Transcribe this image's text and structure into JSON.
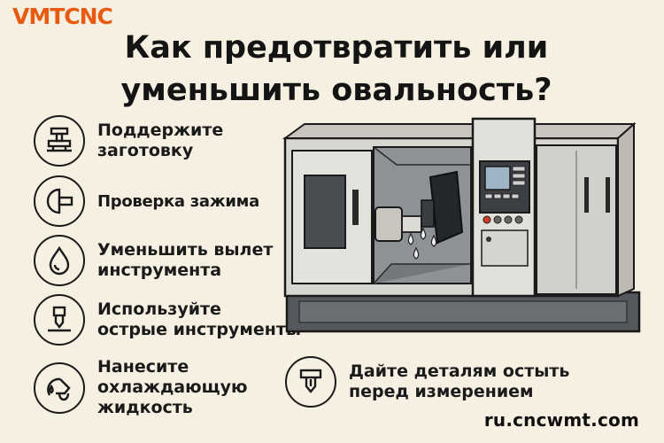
{
  "brand": {
    "logo_text": "VMTCNC",
    "website": "ru.cncwmt.com"
  },
  "title": "Как предотвратить или уменьшить овальность?",
  "tips": [
    {
      "label": "Поддержите\nзаготовку",
      "icon": "workpiece-support-icon"
    },
    {
      "label": "Проверка зажима",
      "icon": "clamp-icon"
    },
    {
      "label": "Уменьшить вылет\nинструмента",
      "icon": "droplet-icon"
    },
    {
      "label": "Используйте\nострые инструменты",
      "icon": "sharp-tool-icon"
    },
    {
      "label": "Нанесите\nохлаждающую\nжидкость",
      "icon": "coolant-icon"
    },
    {
      "label": "Дайте деталям остыть\nперед измерением",
      "icon": "cooling-part-icon"
    }
  ],
  "colors": {
    "accent": "#e85a10",
    "background": "#f6f0e3",
    "ink": "#1a1a1a"
  }
}
